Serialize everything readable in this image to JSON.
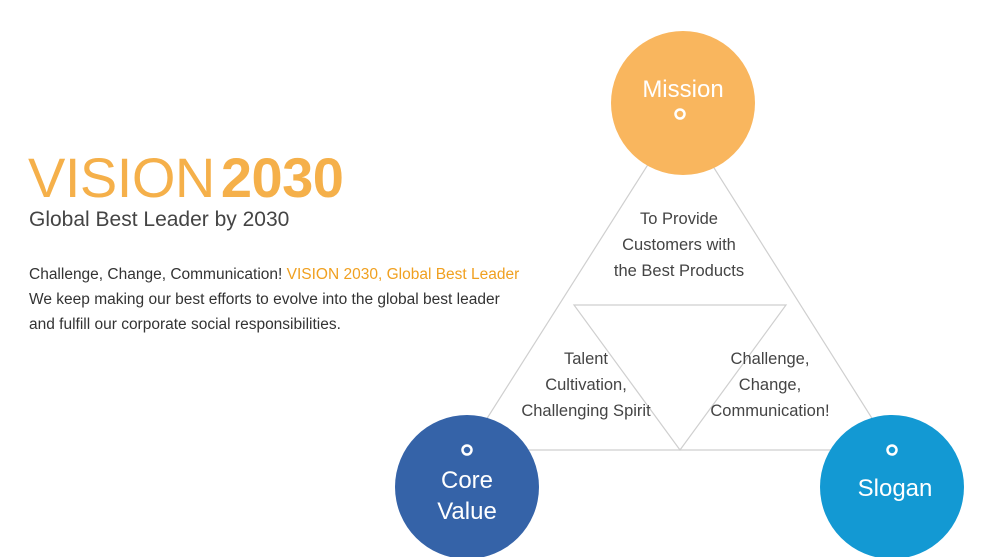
{
  "headline": {
    "light": "VISION",
    "bold": "2030"
  },
  "subtitle": "Global Best Leader by 2030",
  "intro": {
    "line1_prefix": "Challenge, Change, Communication!",
    "line1_highlight": "VISION 2030, Global Best Leader",
    "line2": "We keep making our best efforts to evolve into the global best leader",
    "line3": "and fulfill our corporate social responsibilities."
  },
  "nodes": {
    "mission": {
      "label": "Mission",
      "color": "#f9b65e"
    },
    "core_value": {
      "label_line1": "Core",
      "label_line2": "Value",
      "color": "#3563a8"
    },
    "slogan": {
      "label": "Slogan",
      "color": "#1399d3"
    }
  },
  "triangles": {
    "top": [
      "To Provide",
      "Customers with",
      "the Best Products"
    ],
    "left": [
      "Talent",
      "Cultivation,",
      "Challenging Spirit"
    ],
    "right": [
      "Challenge,",
      "Change,",
      "Communication!"
    ]
  },
  "colors": {
    "accent": "#f5b04a",
    "line": "#cccccc"
  }
}
